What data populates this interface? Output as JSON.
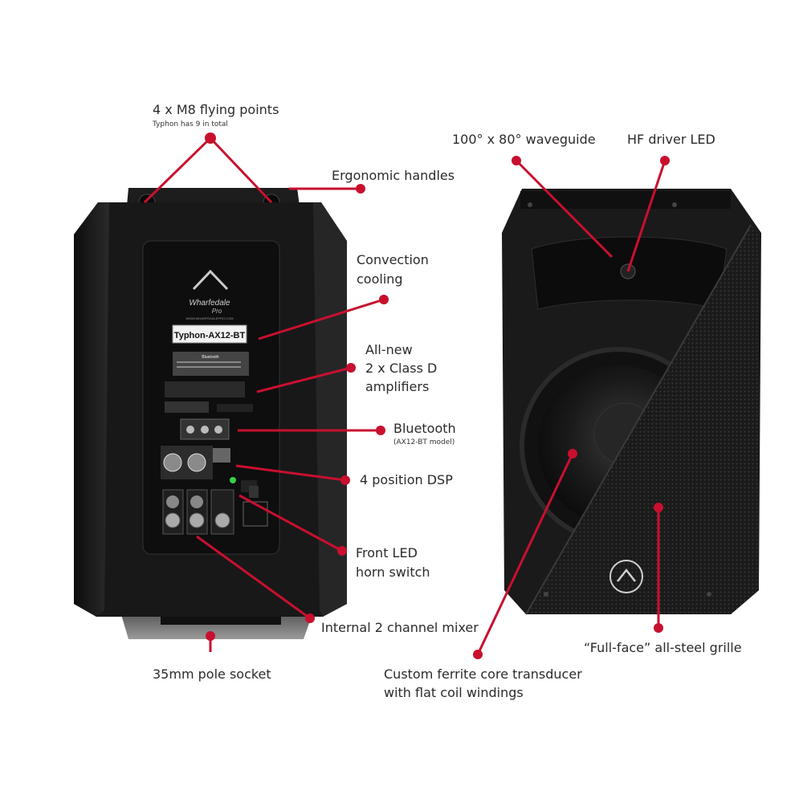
{
  "colors": {
    "callout": "#c8102e",
    "cabinet": "#161616",
    "cabinet_edge": "#2c2c2c",
    "grille": "#1c1c1c",
    "text": "#2b2b2b"
  },
  "back_panel": {
    "model_label": "Typhon-AX12-BT",
    "logo_text": "Wharfedale",
    "logo_subtext": "Pro",
    "website": "WWW.WHARFEDALEPRO.COM",
    "bluetooth_header": "Bluetooth"
  },
  "callouts": {
    "flying_points": "4 x M8 flying points",
    "flying_points_note": "Typhon has 9 in total",
    "handles": "Ergonomic handles",
    "convection_1": "Convection",
    "convection_2": "cooling",
    "amps_1": "All-new",
    "amps_2": "2 x Class D",
    "amps_3": "amplifiers",
    "bluetooth": "Bluetooth",
    "bluetooth_note": "(AX12-BT model)",
    "dsp": "4 position DSP",
    "led_1": "Front LED",
    "led_2": "horn switch",
    "mixer": "Internal 2 channel mixer",
    "pole": "35mm pole socket",
    "waveguide": "100° x 80° waveguide",
    "hf_led": "HF driver LED",
    "transducer_1": "Custom ferrite core transducer",
    "transducer_2": "with flat coil windings",
    "grille": "“Full-face” all-steel grille"
  }
}
